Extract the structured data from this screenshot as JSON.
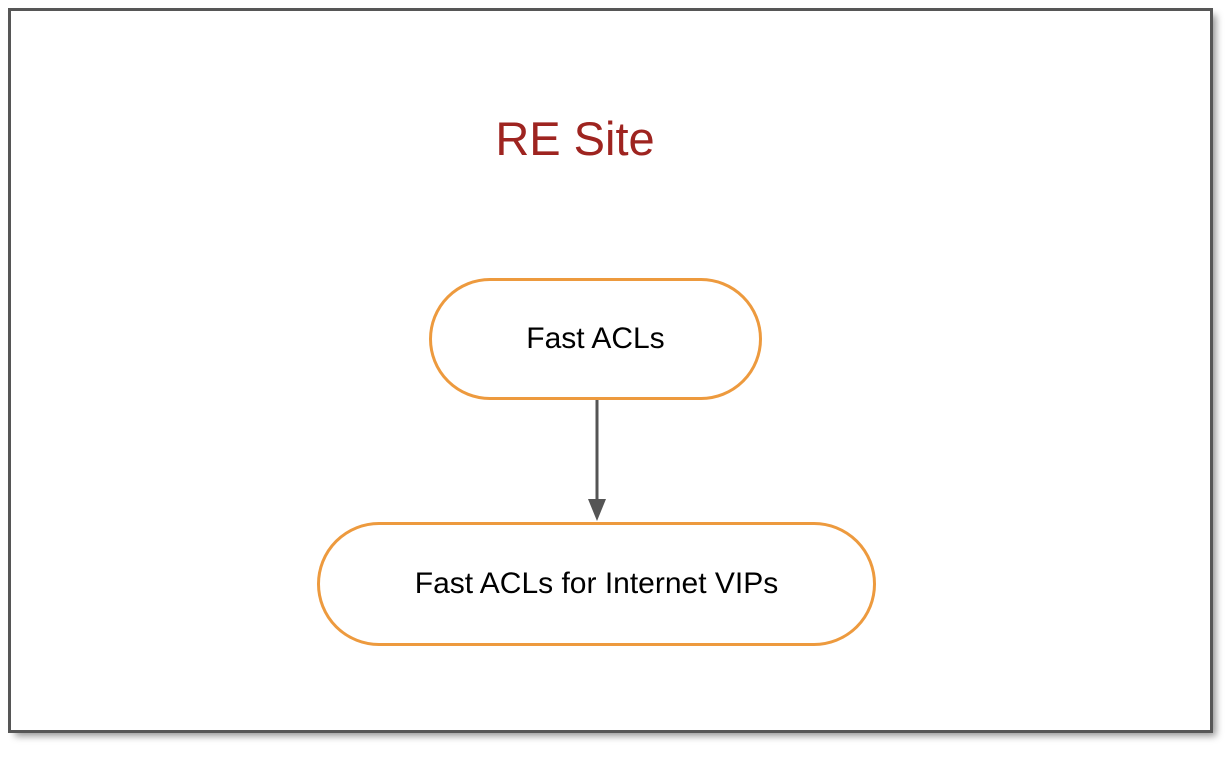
{
  "diagram": {
    "type": "flowchart",
    "title": "RE Site",
    "title_color": "#9E2420",
    "background_color": "#FFFFFF",
    "frame_border_color": "#565656",
    "node_border_color": "#ED9A3E",
    "node_fill_color": "#FFFFFF",
    "node_text_color": "#000000",
    "connector_color": "#555555",
    "nodes": [
      {
        "id": "fast-acls",
        "label": "Fast ACLs",
        "shape": "stadium"
      },
      {
        "id": "fast-acls-internet-vips",
        "label": "Fast ACLs for Internet VIPs",
        "shape": "stadium"
      }
    ],
    "edges": [
      {
        "id": "edge-fast-acls-to-internet-vips",
        "from": "fast-acls",
        "to": "fast-acls-internet-vips",
        "label": "",
        "arrowhead": "solid-triangle",
        "direction": "down"
      }
    ]
  }
}
